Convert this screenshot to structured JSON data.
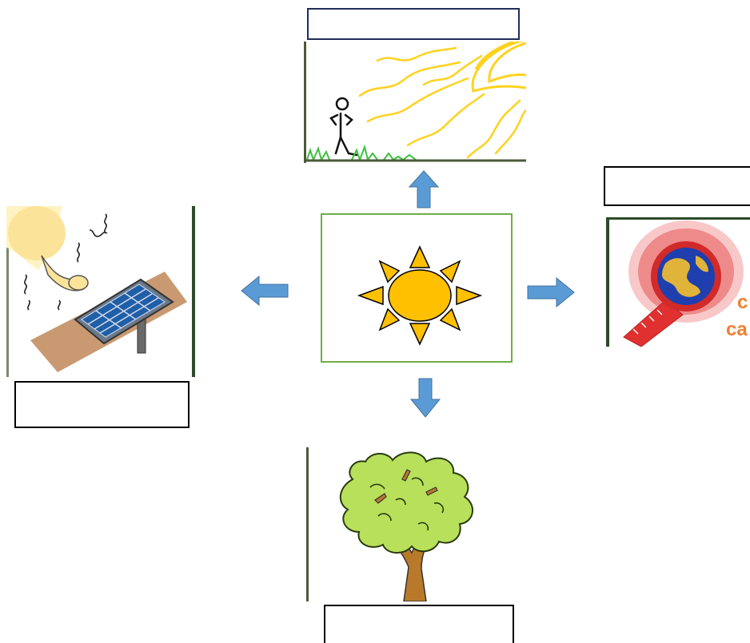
{
  "diagram": {
    "center": {
      "icon": "sun-icon",
      "border_color": "#70ad47"
    },
    "arrow_color": "#5b9bd5",
    "branches": [
      {
        "id": "sunlight",
        "icon": "person-in-sunlight-icon",
        "label": ""
      },
      {
        "id": "solar-energy",
        "icon": "solar-panel-icon",
        "label": ""
      },
      {
        "id": "global-warming",
        "icon": "thermometer-earth-icon",
        "label": ""
      },
      {
        "id": "photosynthesis",
        "icon": "tree-icon",
        "label": ""
      }
    ]
  }
}
